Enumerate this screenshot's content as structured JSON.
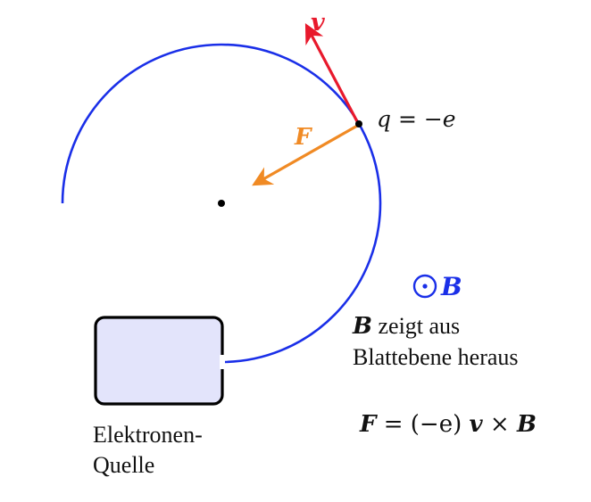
{
  "labels": {
    "velocity": "v",
    "force": "F",
    "charge": "q = −e",
    "field_symbol": "B",
    "field_note_symbol": "B",
    "field_note_line1": " zeigt aus",
    "field_note_line2": "Blattebene heraus",
    "formula_F": "F",
    "formula_mid": " = (−e) ",
    "formula_v": "v",
    "formula_times": " × ",
    "formula_B": "B",
    "source_line1": "Elektronen-",
    "source_line2": "Quelle"
  },
  "colors": {
    "trajectory": "#1a2fe8",
    "velocity": "#e8192c",
    "force": "#f08a24",
    "field": "#1a2fe8",
    "source_fill": "#e3e4fb",
    "source_stroke": "#000000",
    "text": "#111111"
  }
}
